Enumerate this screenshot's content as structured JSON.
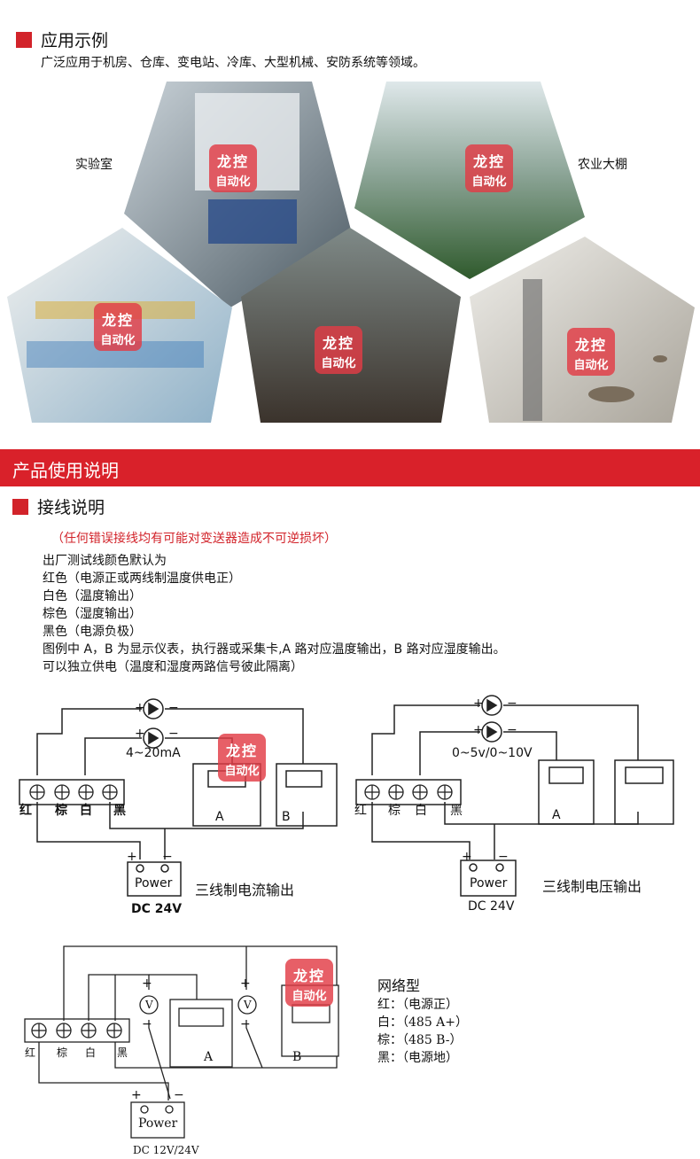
{
  "section1": {
    "heading": "应用示例",
    "description": "广泛应用于机房、仓库、变电站、冷库、大型机械、安防系统等领域。"
  },
  "photos": {
    "labels": {
      "lab": "实验室",
      "greenhouse": "农业大棚"
    },
    "watermark": {
      "line1": "龙控",
      "line2": "自动化"
    }
  },
  "banner": {
    "title": "产品使用说明"
  },
  "section2": {
    "heading": "接线说明",
    "warning": "（任何错误接线均有可能对变送器造成不可逆损坏）",
    "lines": [
      "出厂测试线颜色默认为",
      "红色（电源正或两线制温度供电正）",
      "白色（温度输出）",
      "棕色（湿度输出）",
      "黑色（电源负极）",
      "图例中 A，B 为显示仪表，执行器或采集卡,A 路对应温度输出，B 路对应湿度输出。",
      "可以独立供电（温度和湿度两路信号彼此隔离）"
    ]
  },
  "diagram1": {
    "signal": "4~20mA",
    "terminals": [
      "红",
      "棕",
      "白",
      "黑"
    ],
    "meter_a": "A",
    "meter_b": "B",
    "power": "Power",
    "supply": "DC 24V",
    "caption": "三线制电流输出",
    "plus": "+",
    "minus": "−"
  },
  "diagram2": {
    "signal": "0~5v/0~10V",
    "terminals": [
      "红",
      "棕",
      "白",
      "黑"
    ],
    "meter_a": "A",
    "power": "Power",
    "supply": "DC 24V",
    "caption": "三线制电压输出",
    "plus": "+",
    "minus": "−"
  },
  "diagram3": {
    "terminals": [
      "红",
      "棕",
      "白",
      "黑"
    ],
    "meter_a": "A",
    "meter_b": "B",
    "voltmeter": "V",
    "power": "Power",
    "supply": "DC 12V/24V",
    "plus": "+",
    "minus": "−"
  },
  "network": {
    "title": "网络型",
    "items": [
      "红：（电源正）",
      "白：（485 A+）",
      "棕：（485 B-）",
      "黑：（电源地）"
    ]
  },
  "colors": {
    "accent": "#d9212a",
    "watermark": "#e23c46"
  }
}
